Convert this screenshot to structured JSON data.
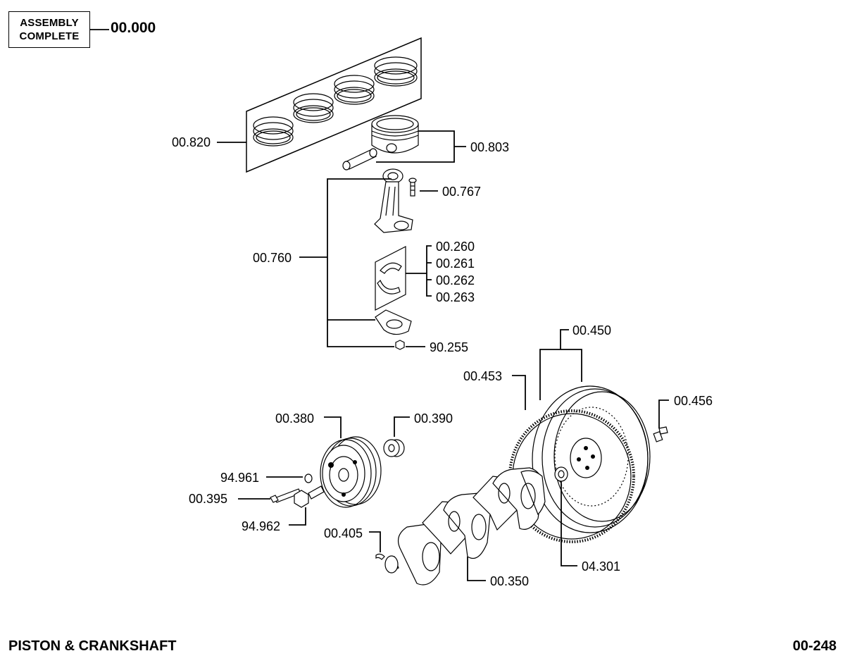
{
  "assembly": {
    "box_line1": "ASSEMBLY",
    "box_line2": "COMPLETE",
    "number": "00.000"
  },
  "footer": {
    "title": "PISTON & CRANKSHAFT",
    "page": "00-248"
  },
  "callouts": {
    "c820": "00.820",
    "c803": "00.803",
    "c767": "00.767",
    "c760": "00.760",
    "c260": "00.260",
    "c261": "00.261",
    "c262": "00.262",
    "c263": "00.263",
    "c90255": "90.255",
    "c450": "00.450",
    "c453": "00.453",
    "c456": "00.456",
    "c380": "00.380",
    "c390": "00.390",
    "c94961": "94.961",
    "c395": "00.395",
    "c94962": "94.962",
    "c405": "00.405",
    "c350": "00.350",
    "c04301": "04.301"
  }
}
